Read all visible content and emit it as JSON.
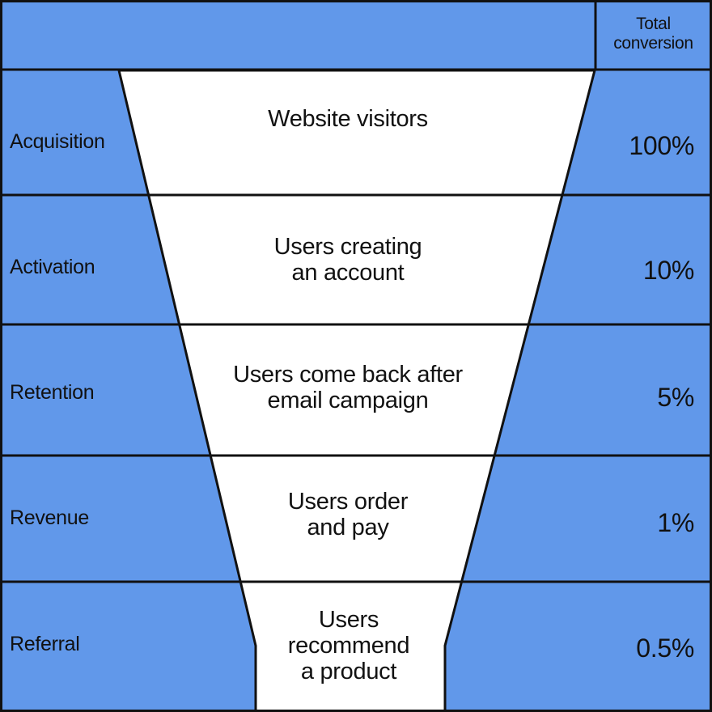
{
  "colors": {
    "fill": "#6198EA",
    "funnel": "#FFFFFF",
    "line": "#111111",
    "text": "#111111"
  },
  "header": {
    "col_header": "Total\nconversion"
  },
  "stages": [
    {
      "name": "Acquisition",
      "description": "Website visitors",
      "conversion": "100%"
    },
    {
      "name": "Activation",
      "description": "Users creating\nan account",
      "conversion": "10%"
    },
    {
      "name": "Retention",
      "description": "Users come back after\nemail campaign",
      "conversion": "5%"
    },
    {
      "name": "Revenue",
      "description": "Users order\nand pay",
      "conversion": "1%"
    },
    {
      "name": "Referral",
      "description": "Users\nrecommend\na product",
      "conversion": "0.5%"
    }
  ]
}
